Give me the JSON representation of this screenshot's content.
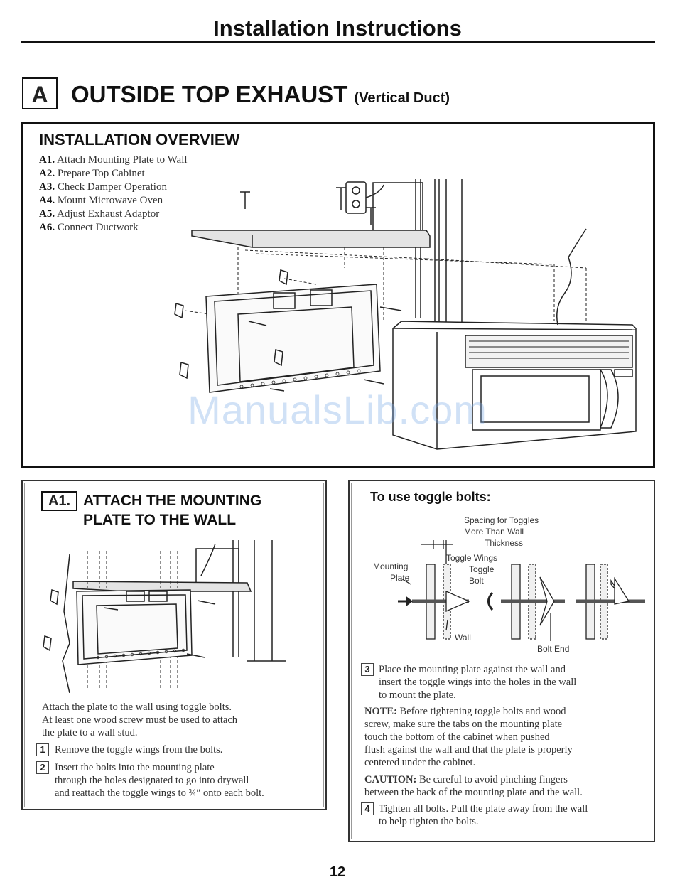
{
  "header": {
    "title": "Installation Instructions"
  },
  "section": {
    "letter": "A",
    "title": "OUTSIDE TOP EXHAUST",
    "subtitle": "(Vertical Duct)"
  },
  "overview": {
    "heading": "INSTALLATION OVERVIEW",
    "items": [
      {
        "code": "A1.",
        "text": "Attach Mounting Plate to Wall"
      },
      {
        "code": "A2.",
        "text": "Prepare Top Cabinet"
      },
      {
        "code": "A3.",
        "text": "Check Damper Operation"
      },
      {
        "code": "A4.",
        "text": "Mount Microwave Oven"
      },
      {
        "code": "A5.",
        "text": "Adjust Exhaust Adaptor"
      },
      {
        "code": "A6.",
        "text": "Connect Ductwork"
      }
    ]
  },
  "a1": {
    "badge": "A1.",
    "title_line1": "ATTACH THE MOUNTING",
    "title_line2": "PLATE TO THE WALL",
    "intro_line1": "Attach the plate to the wall using toggle bolts.",
    "intro_line2": "At least one wood screw must be used to attach",
    "intro_line3": "the plate to a wall stud.",
    "steps": [
      {
        "num": "1",
        "lines": [
          "Remove the toggle wings from the bolts."
        ]
      },
      {
        "num": "2",
        "lines": [
          "Insert the bolts into the mounting plate",
          "through the holes designated to go into drywall",
          "and reattach the toggle wings to ¾″ onto each bolt."
        ]
      }
    ]
  },
  "toggle": {
    "heading": "To use toggle bolts:",
    "labels": {
      "spacing_line1": "Spacing for Toggles",
      "spacing_line2": "More Than Wall",
      "thickness": "Thickness",
      "toggle_wings": "Toggle Wings",
      "mounting": "Mounting",
      "plate": "Plate",
      "toggle": "Toggle",
      "bolt": "Bolt",
      "wall": "Wall",
      "bolt_end": "Bolt End"
    },
    "step3": {
      "num": "3",
      "lines": [
        "Place the mounting plate against the wall and",
        "insert the toggle wings into the holes in the wall",
        "to mount the plate."
      ]
    },
    "note": {
      "label": "NOTE:",
      "lines": [
        "Before tightening toggle bolts and wood",
        "screw, make sure the tabs on the mounting plate",
        "touch the bottom of the cabinet when pushed",
        "flush against the wall and that the plate is properly",
        "centered under the cabinet."
      ]
    },
    "caution": {
      "label": "CAUTION:",
      "lines": [
        "Be careful to avoid pinching fingers",
        "between the back of the mounting plate and the wall."
      ]
    },
    "step4": {
      "num": "4",
      "lines": [
        "Tighten all bolts. Pull the plate away from the wall",
        "to help tighten the bolts."
      ]
    }
  },
  "watermark": "ManualsLib.com",
  "footer": {
    "page_number": "12"
  }
}
